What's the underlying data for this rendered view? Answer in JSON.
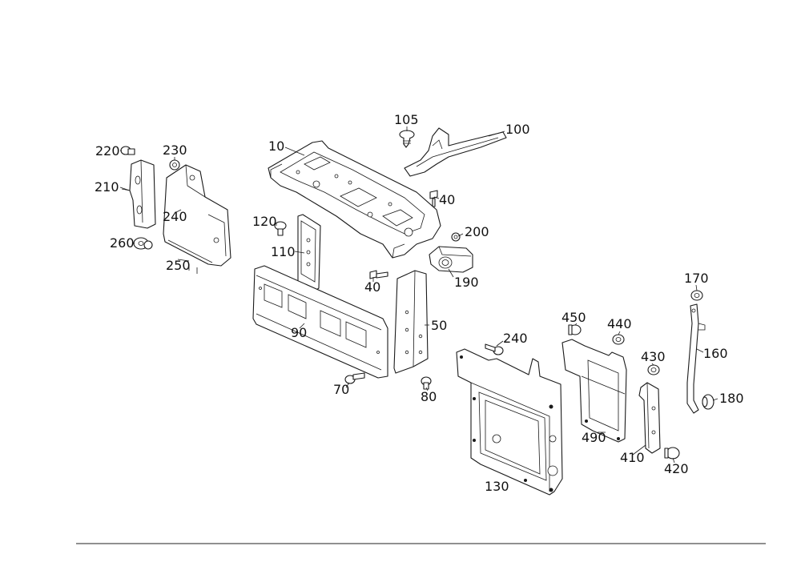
{
  "callouts": {
    "c10": "10",
    "c100": "100",
    "c105": "105",
    "c40a": "40",
    "c40b": "40",
    "c120": "120",
    "c110": "110",
    "c200": "200",
    "c190": "190",
    "c90": "90",
    "c50": "50",
    "c70": "70",
    "c80": "80",
    "c220": "220",
    "c230": "230",
    "c210": "210",
    "c240a": "240",
    "c260": "260",
    "c250": "250",
    "c240b": "240",
    "c130": "130",
    "c450": "450",
    "c440": "440",
    "c430": "430",
    "c490": "490",
    "c410": "410",
    "c420": "420",
    "c170": "170",
    "c160": "160",
    "c180": "180"
  },
  "colors": {
    "line": "#1a1a1a",
    "background": "#ffffff"
  }
}
